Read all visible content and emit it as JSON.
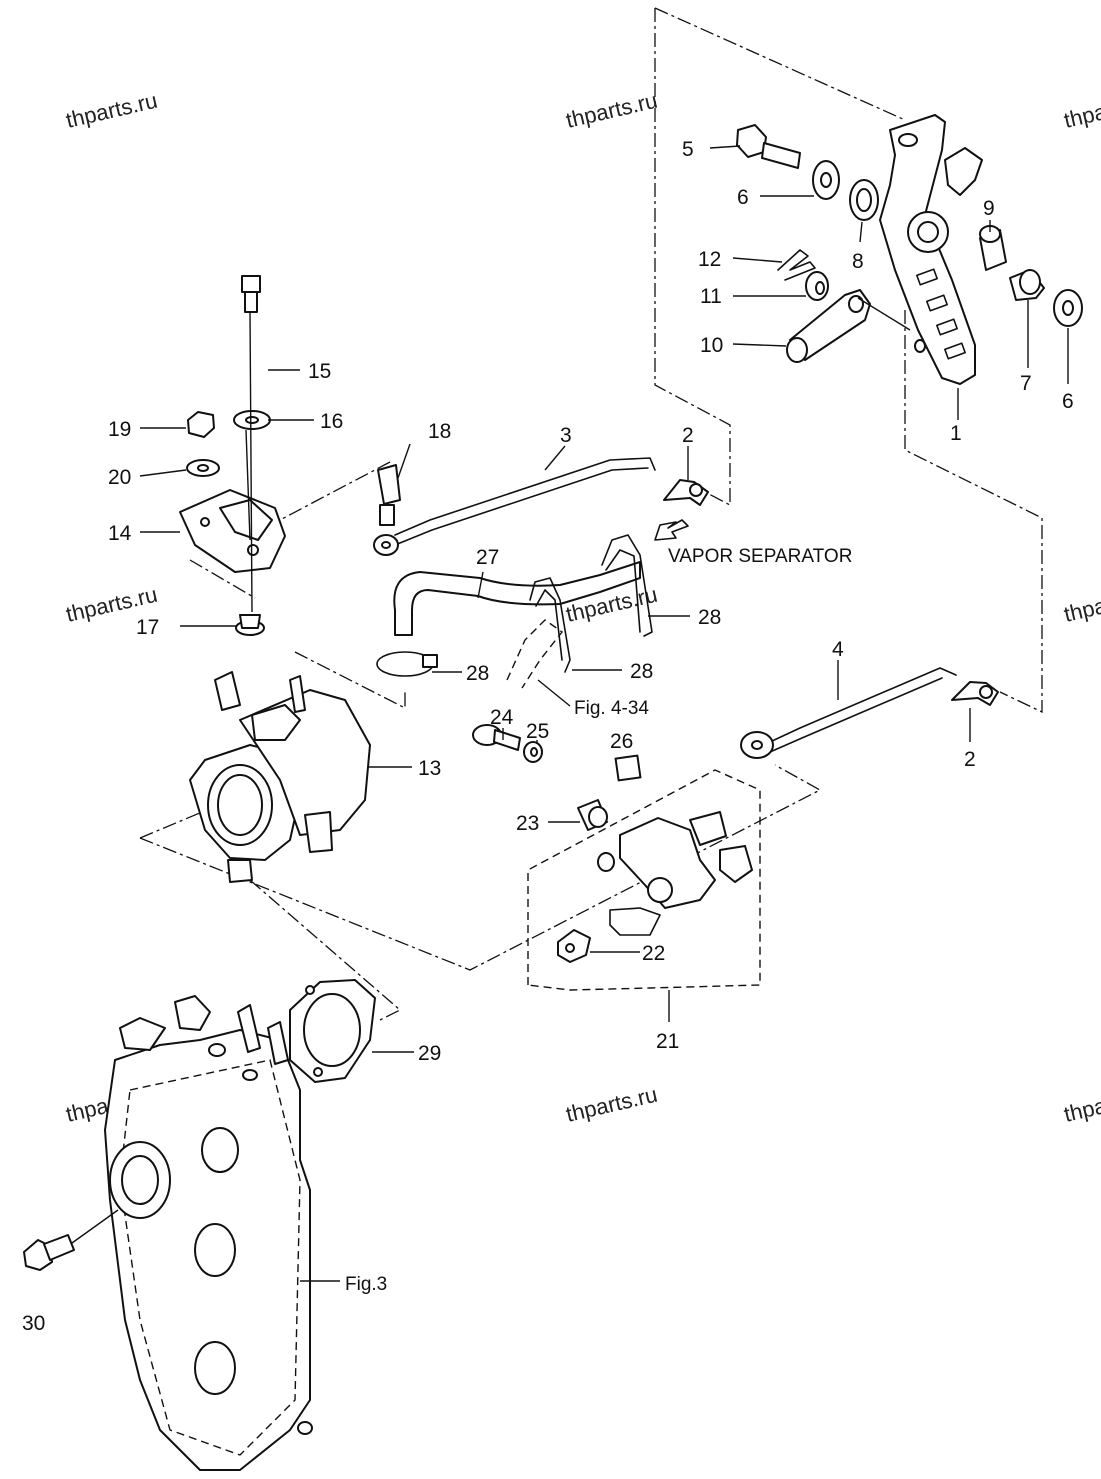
{
  "watermark": "thparts.ru",
  "callouts": {
    "c1": "1",
    "c2a": "2",
    "c2b": "2",
    "c3": "3",
    "c4": "4",
    "c5": "5",
    "c6a": "6",
    "c6b": "6",
    "c7": "7",
    "c8": "8",
    "c9": "9",
    "c10": "10",
    "c11": "11",
    "c12": "12",
    "c13": "13",
    "c14": "14",
    "c15": "15",
    "c16": "16",
    "c17": "17",
    "c18": "18",
    "c19": "19",
    "c20": "20",
    "c21": "21",
    "c22": "22",
    "c23": "23",
    "c24": "24",
    "c25": "25",
    "c26": "26",
    "c27": "27",
    "c28a": "28",
    "c28b": "28",
    "c28c": "28",
    "c29": "29",
    "c30": "30"
  },
  "notes": {
    "vapor_separator": "VAPOR SEPARATOR",
    "fig_4_34": "Fig. 4-34",
    "fig_3": "Fig.3"
  },
  "icons": [
    "arrow-icon"
  ]
}
